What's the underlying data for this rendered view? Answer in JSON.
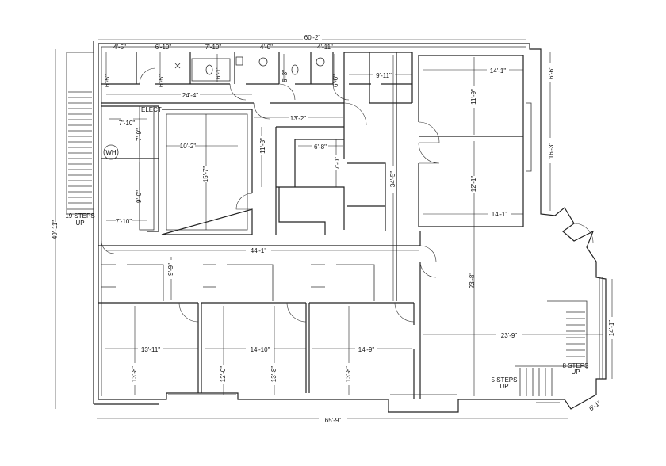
{
  "dimensions": {
    "overall_top": "60'-2\"",
    "overall_bottom": "65'-9\"",
    "overall_height": "49'-11\"",
    "top_a": "4'-5\"",
    "top_b": "6'-10\"",
    "top_c": "7'-10\"",
    "top_d": "4'-0\"",
    "top_e": "4'-11\"",
    "rest_h1": "6'-5\"",
    "rest_h2": "6'-5\"",
    "rest_h3": "6'-1\"",
    "rest_h4": "6'-3\"",
    "rest_h5": "6'-6\"",
    "corridor_w": "24'-4\"",
    "elect_w": "7'-10\"",
    "elect_h": "7'-9\"",
    "conf_w": "10'-2\"",
    "conf_h": "15'-7\"",
    "hall_w": "13'-2\"",
    "hall_h": "11'-3\"",
    "closet_w": "6'-8\"",
    "closet_h": "7'-0\"",
    "store_h": "9'-0\"",
    "store_w": "7'-10\"",
    "kitchen_w": "9'-11\"",
    "long_h": "34'-5\"",
    "office1_w": "14'-1\"",
    "office1_h": "11'-9\"",
    "office2_h": "12'-1\"",
    "office2_w": "14'-1\"",
    "right_h1": "6'-6\"",
    "right_h2": "16'-3\"",
    "main_corr": "44'-1\"",
    "closet_a": "9'-9\"",
    "big_h": "23'-8\"",
    "big_w": "23'-9\"",
    "right_h3": "14'-1\"",
    "corner": "6'-1\"",
    "b1_w": "13'-11\"",
    "b1_h": "13'-8\"",
    "b2_w": "14'-10\"",
    "b2_h1": "12'-0\"",
    "b2_h2": "13'-8\"",
    "b3_w": "14'-9\"",
    "b3_h": "13'-8\""
  },
  "labels": {
    "elect": "ELECT",
    "wh": "WH",
    "steps_19_a": "19 STEPS",
    "steps_19_b": "UP",
    "steps_5_a": "5 STEPS",
    "steps_5_b": "UP",
    "steps_8_a": "8 STEPS",
    "steps_8_b": "UP"
  }
}
